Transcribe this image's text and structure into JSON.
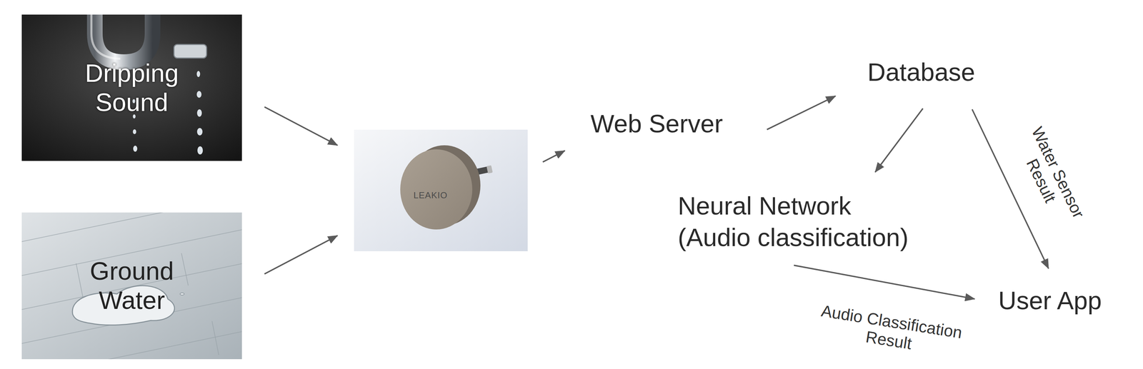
{
  "diagram": {
    "nodes": [
      {
        "text": [
          "Dripping Sound"
        ]
      },
      {
        "text": [
          "Ground Water"
        ]
      },
      {
        "text": [
          "LEAKIO"
        ]
      },
      {
        "text": [
          "Web Server"
        ]
      },
      {
        "text": [
          "Database"
        ]
      },
      {
        "text": [
          "Neural Network (Audio classification)"
        ]
      },
      {
        "text": [
          "User App"
        ]
      }
    ],
    "edges": [
      {
        "from": 0,
        "to": 2,
        "arrow": "to"
      },
      {
        "from": 1,
        "to": 2,
        "arrow": "to"
      },
      {
        "from": 2,
        "to": 3,
        "arrow": "to"
      },
      {
        "from": 3,
        "to": 4,
        "arrow": "to"
      },
      {
        "from": 4,
        "to": 5,
        "arrow": "to"
      },
      {
        "from": 4,
        "to": 6,
        "label": "Water Sensor Result",
        "arrow": "to"
      },
      {
        "from": 5,
        "to": 6,
        "label": "Audio Classification Result",
        "arrow": "to"
      }
    ]
  }
}
